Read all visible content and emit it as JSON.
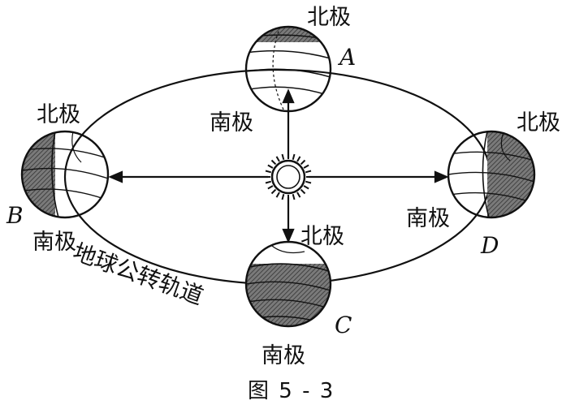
{
  "diagram": {
    "caption": "图 5 - 3",
    "orbit_label": "地球公转轨道",
    "north_pole": "北极",
    "south_pole": "南极",
    "positions": {
      "A": "A",
      "B": "B",
      "C": "C",
      "D": "D"
    }
  },
  "colors": {
    "ink": "#111111",
    "night_shade": "#6e6e6e",
    "background": "#ffffff"
  }
}
